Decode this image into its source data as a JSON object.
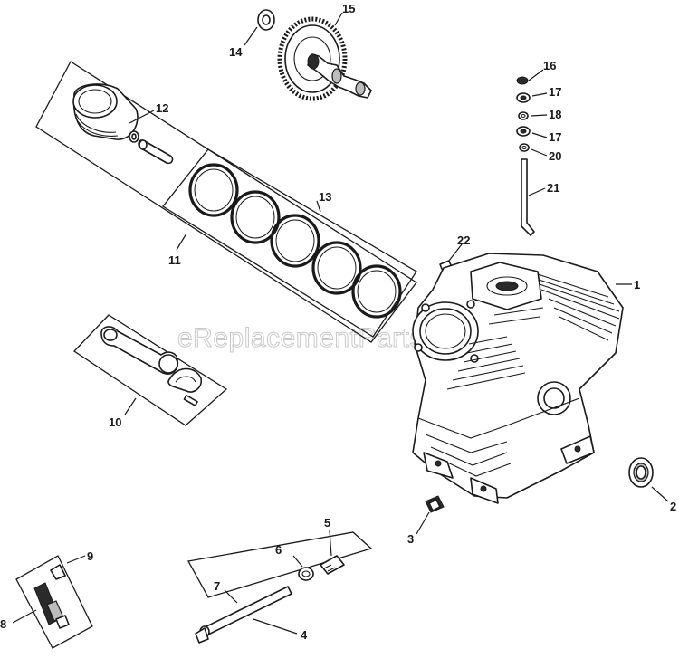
{
  "diagram": {
    "watermark": "eReplacementParts.com",
    "callouts": [
      "1",
      "2",
      "3",
      "4",
      "5",
      "6",
      "7",
      "8",
      "9",
      "10",
      "11",
      "12",
      "13",
      "14",
      "15",
      "16",
      "17",
      "18",
      "17",
      "20",
      "21",
      "22"
    ]
  }
}
